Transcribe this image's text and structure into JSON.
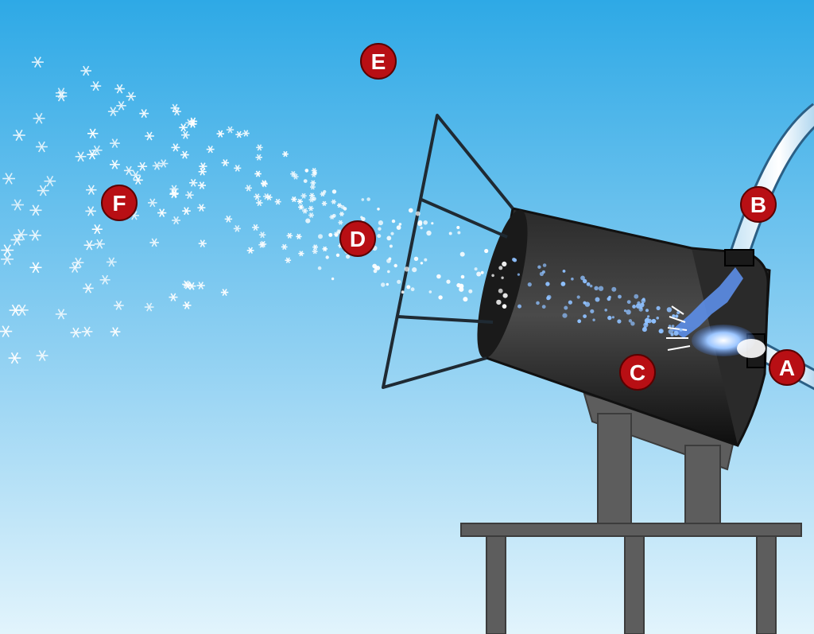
{
  "labels": {
    "a": "A",
    "b": "B",
    "c": "C",
    "d": "D",
    "e": "E",
    "f": "F"
  },
  "colors": {
    "sky_top": "#2ea9e6",
    "sky_bottom": "#d9f1fb",
    "cannon_body": "#1c1c1c",
    "stand": "#5d5d5d",
    "label_fill": "#b80f14",
    "water_spray": "#6aa8ff",
    "snowflake": "#ffffff"
  }
}
